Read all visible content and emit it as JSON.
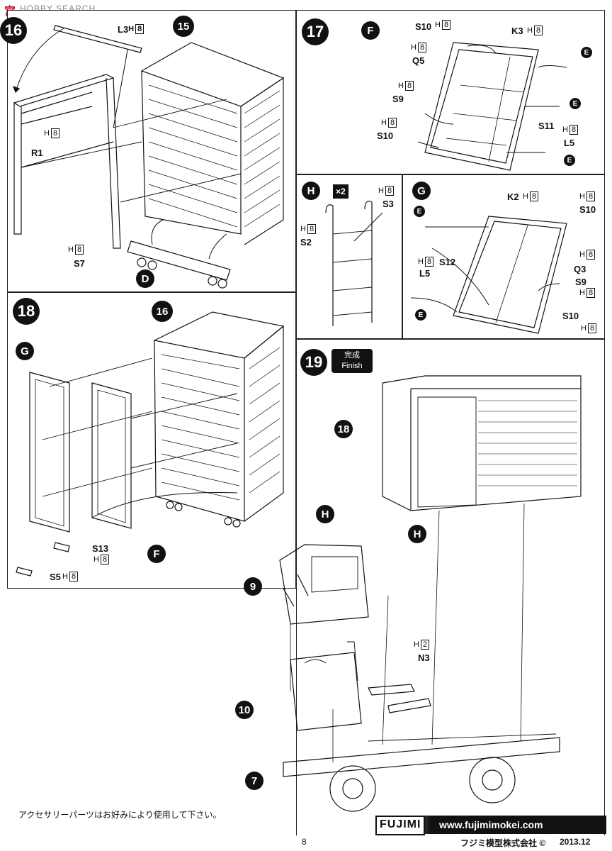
{
  "watermark": "HOBBY SEARCH",
  "watermark_cn": "宫",
  "steps": {
    "s16": "16",
    "s17": "17",
    "s18": "18",
    "s19": "19"
  },
  "refs": {
    "r15": "15",
    "r16": "16",
    "r18": "18",
    "r9": "9",
    "r10": "10",
    "r7": "7"
  },
  "subs": {
    "D": "D",
    "E": "E",
    "F": "F",
    "G": "G",
    "H": "H"
  },
  "x2": "×2",
  "finish_jp": "完成",
  "finish_en": "Finish",
  "h_prefix": "H",
  "h_num": "8",
  "h2_num": "2",
  "labels": {
    "L3": "L3",
    "R1": "R1",
    "S7": "S7",
    "S10": "S10",
    "K3": "K3",
    "Q5": "Q5",
    "S9": "S9",
    "S11": "S11",
    "L5": "L5",
    "S3": "S3",
    "S2": "S2",
    "K2": "K2",
    "S12": "S12",
    "Q3": "Q3",
    "S13": "S13",
    "S5": "S5",
    "N3": "N3"
  },
  "note_jp": "アクセサリーパーツはお好みにより使用して下さい。",
  "brand": "FUJIMI",
  "url": "www.fujimimokei.com",
  "page_number": "8",
  "company": "フジミ模型株式会社 ©",
  "date": "2013.12"
}
